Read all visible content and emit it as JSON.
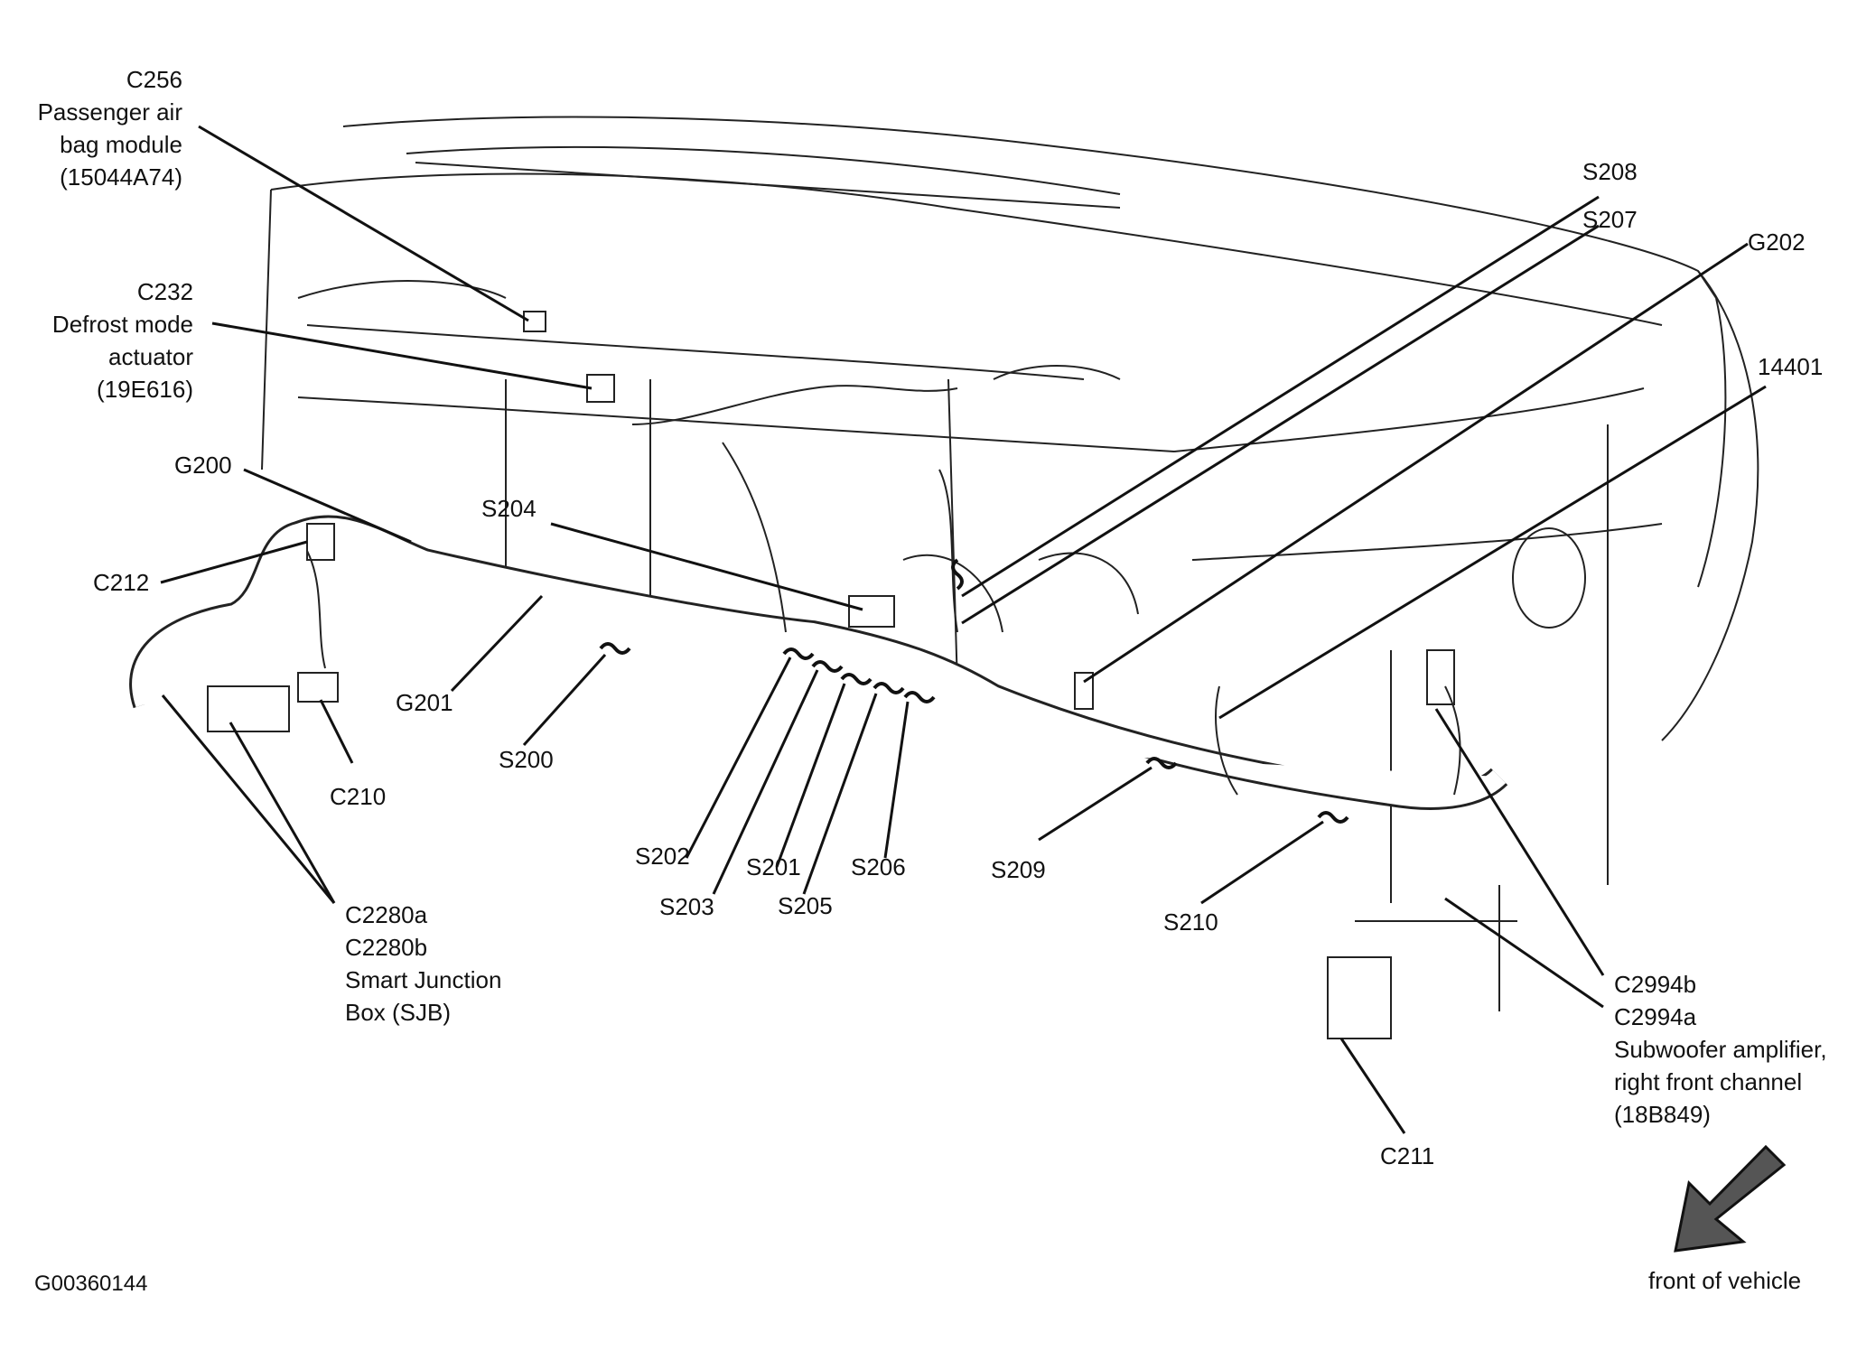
{
  "diagram": {
    "figure_id": "G00360144",
    "orientation_label": "front of vehicle",
    "labels": {
      "c256": [
        "C256",
        "Passenger air",
        "bag module",
        "(15044A74)"
      ],
      "c232": [
        "C232",
        "Defrost mode",
        "actuator",
        "(19E616)"
      ],
      "g200": "G200",
      "c212": "C212",
      "s204": "S204",
      "g201": "G201",
      "s200": "S200",
      "c210": "C210",
      "c2280": [
        "C2280a",
        "C2280b",
        "Smart Junction",
        "Box (SJB)"
      ],
      "s202": "S202",
      "s203": "S203",
      "s201": "S201",
      "s205": "S205",
      "s206": "S206",
      "s209": "S209",
      "s210": "S210",
      "s208": "S208",
      "s207": "S207",
      "g202": "G202",
      "p14401": "14401",
      "c2994": [
        "C2994b",
        "C2994a",
        "Subwoofer amplifier,",
        "right front channel",
        "(18B849)"
      ],
      "c211": "C211"
    }
  },
  "colors": {
    "ink": "#111111",
    "background": "#ffffff",
    "arrow_fill": "#555555"
  }
}
